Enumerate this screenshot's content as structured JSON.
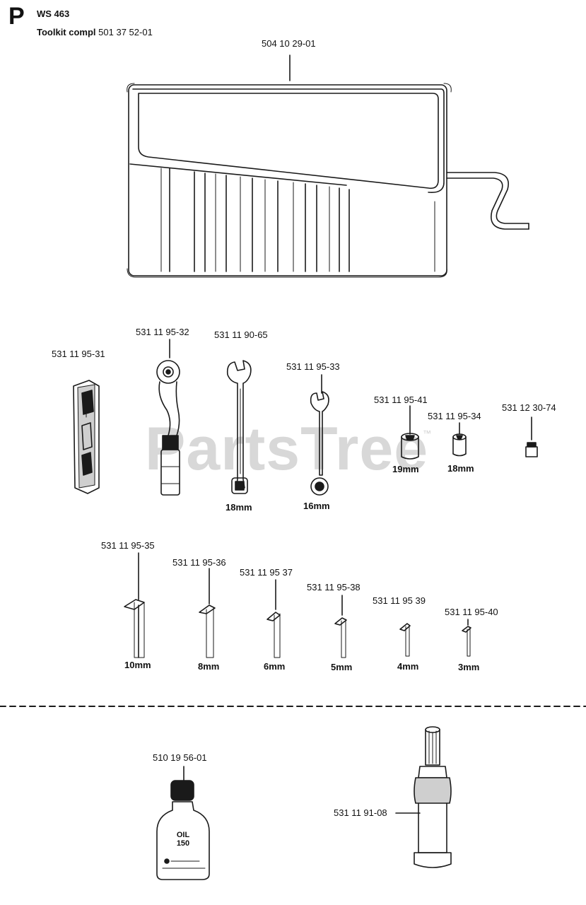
{
  "header": {
    "section_letter": "P",
    "model": "WS 463",
    "kit_title": "Toolkit compl",
    "kit_number": "501 37 52-01"
  },
  "watermark": {
    "text": "PartsTree",
    "tm": "™"
  },
  "parts": [
    {
      "id": "tool-roll",
      "number": "504 10 29-01",
      "size": ""
    },
    {
      "id": "screwdriver",
      "number": "531 11 95-31",
      "size": ""
    },
    {
      "id": "ratchet",
      "number": "531 11 95-32",
      "size": ""
    },
    {
      "id": "wrench-19",
      "number": "531 11 90-65",
      "size": "18mm"
    },
    {
      "id": "wrench-16",
      "number": "531 11 95-33",
      "size": "16mm"
    },
    {
      "id": "socket-19",
      "number": "531 11 95-41",
      "size": "19mm"
    },
    {
      "id": "socket-18",
      "number": "531 11 95-34",
      "size": "18mm"
    },
    {
      "id": "adapter",
      "number": "531 12 30-74",
      "size": ""
    },
    {
      "id": "hex-10",
      "number": "531 11 95-35",
      "size": "10mm"
    },
    {
      "id": "hex-8",
      "number": "531 11 95-36",
      "size": "8mm"
    },
    {
      "id": "hex-6",
      "number": "531 11 95 37",
      "size": "6mm"
    },
    {
      "id": "hex-5",
      "number": "531 11 95-38",
      "size": "5mm"
    },
    {
      "id": "hex-4",
      "number": "531 11 95 39",
      "size": "4mm"
    },
    {
      "id": "hex-3",
      "number": "531 11 95-40",
      "size": "3mm"
    },
    {
      "id": "oil-bottle",
      "number": "510 19 56-01",
      "size": ""
    },
    {
      "id": "grease-gun",
      "number": "531 11 91-08",
      "size": ""
    }
  ],
  "bottle_label": {
    "line1": "OIL",
    "line2": "150"
  }
}
